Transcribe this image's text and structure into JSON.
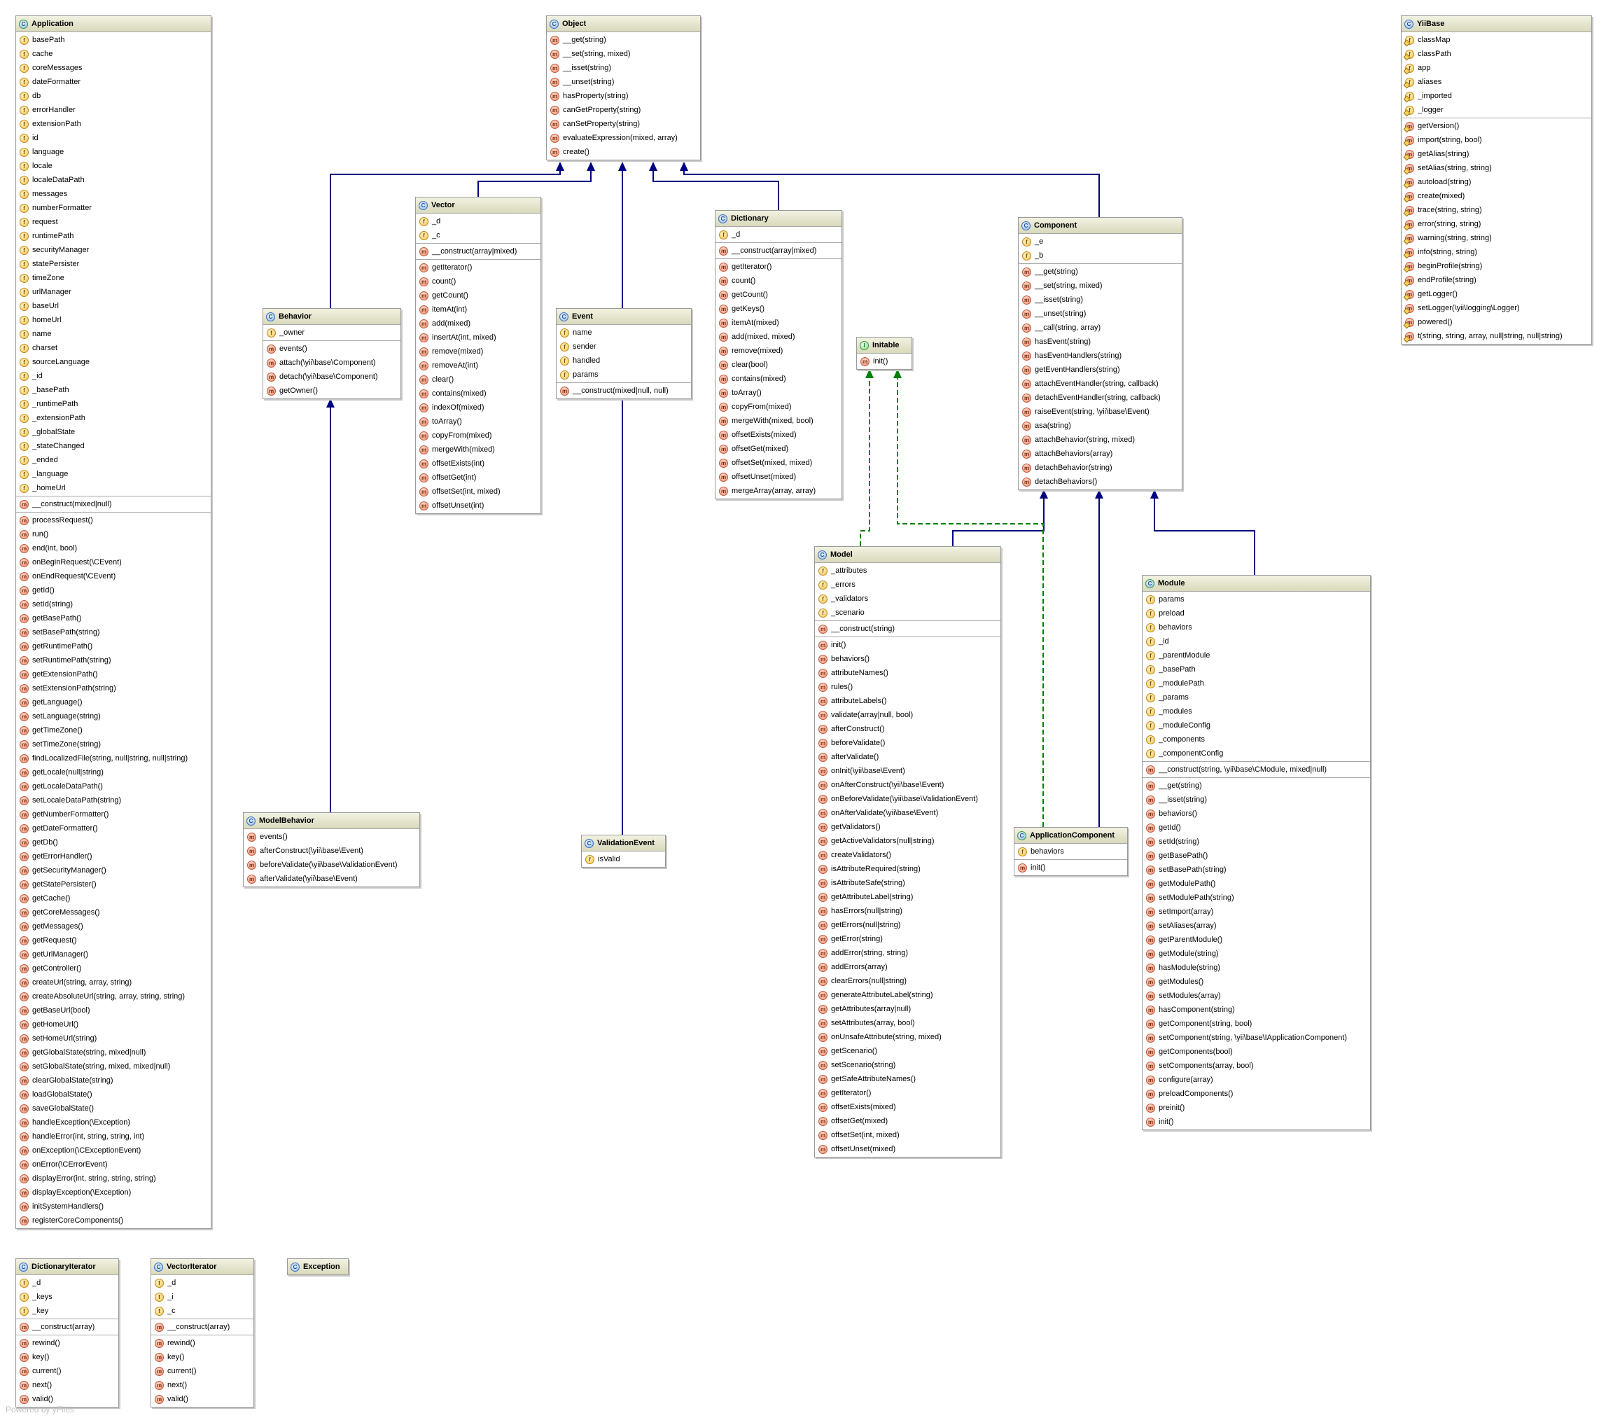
{
  "footer": "Powered by yFiles",
  "colors": {
    "extends": "#000080",
    "implements": "#008000",
    "header": "#e4e4cc"
  },
  "classes": [
    {
      "id": "application",
      "kind": "abstract",
      "name": "Application",
      "fields": [
        "basePath",
        "cache",
        "coreMessages",
        "dateFormatter",
        "db",
        "errorHandler",
        "extensionPath",
        "id",
        "language",
        "locale",
        "localeDataPath",
        "messages",
        "numberFormatter",
        "request",
        "runtimePath",
        "securityManager",
        "statePersister",
        "timeZone",
        "urlManager",
        "baseUrl",
        "homeUrl",
        "name",
        "charset",
        "sourceLanguage",
        "_id",
        "_basePath",
        "_runtimePath",
        "_extensionPath",
        "_globalState",
        "_stateChanged",
        "_ended",
        "_language",
        "_homeUrl"
      ],
      "ctor": [
        "__construct(mixed|null)"
      ],
      "methods": [
        "processRequest()",
        "run()",
        "end(int, bool)",
        "onBeginRequest(\\CEvent)",
        "onEndRequest(\\CEvent)",
        "getId()",
        "setId(string)",
        "getBasePath()",
        "setBasePath(string)",
        "getRuntimePath()",
        "setRuntimePath(string)",
        "getExtensionPath()",
        "setExtensionPath(string)",
        "getLanguage()",
        "setLanguage(string)",
        "getTimeZone()",
        "setTimeZone(string)",
        "findLocalizedFile(string, null|string, null|string)",
        "getLocale(null|string)",
        "getLocaleDataPath()",
        "setLocaleDataPath(string)",
        "getNumberFormatter()",
        "getDateFormatter()",
        "getDb()",
        "getErrorHandler()",
        "getSecurityManager()",
        "getStatePersister()",
        "getCache()",
        "getCoreMessages()",
        "getMessages()",
        "getRequest()",
        "getUrlManager()",
        "getController()",
        "createUrl(string, array, string)",
        "createAbsoluteUrl(string, array, string, string)",
        "getBaseUrl(bool)",
        "getHomeUrl()",
        "setHomeUrl(string)",
        "getGlobalState(string, mixed|null)",
        "setGlobalState(string, mixed, mixed|null)",
        "clearGlobalState(string)",
        "loadGlobalState()",
        "saveGlobalState()",
        "handleException(\\Exception)",
        "handleError(int, string, string, int)",
        "onException(\\CExceptionEvent)",
        "onError(\\CErrorEvent)",
        "displayError(int, string, string, string)",
        "displayException(\\Exception)",
        "initSystemHandlers()",
        "registerCoreComponents()"
      ]
    },
    {
      "id": "object",
      "kind": "class",
      "name": "Object",
      "fields": [],
      "ctor": [],
      "methods": [
        "__get(string)",
        "__set(string, mixed)",
        "__isset(string)",
        "__unset(string)",
        "hasProperty(string)",
        "canGetProperty(string)",
        "canSetProperty(string)",
        "evaluateExpression(mixed, array)",
        "create()"
      ]
    },
    {
      "id": "yiibase",
      "kind": "class",
      "static": true,
      "name": "YiiBase",
      "fields": [
        "classMap",
        "classPath",
        "app",
        "aliases",
        "_imported",
        "_logger"
      ],
      "ctor": [],
      "methods": [
        "getVersion()",
        "import(string, bool)",
        "getAlias(string)",
        "setAlias(string, string)",
        "autoload(string)",
        "create(mixed)",
        "trace(string, string)",
        "error(string, string)",
        "warning(string, string)",
        "info(string, string)",
        "beginProfile(string)",
        "endProfile(string)",
        "getLogger()",
        "setLogger(\\yii\\logging\\Logger)",
        "powered()",
        "t(string, string, array, null|string, null|string)"
      ]
    },
    {
      "id": "vector",
      "kind": "class",
      "name": "Vector",
      "fields": [
        "_d",
        "_c"
      ],
      "ctor": [
        "__construct(array|mixed)"
      ],
      "methods": [
        "getIterator()",
        "count()",
        "getCount()",
        "itemAt(int)",
        "add(mixed)",
        "insertAt(int, mixed)",
        "remove(mixed)",
        "removeAt(int)",
        "clear()",
        "contains(mixed)",
        "indexOf(mixed)",
        "toArray()",
        "copyFrom(mixed)",
        "mergeWith(mixed)",
        "offsetExists(int)",
        "offsetGet(int)",
        "offsetSet(int, mixed)",
        "offsetUnset(int)"
      ]
    },
    {
      "id": "dictionary",
      "kind": "class",
      "name": "Dictionary",
      "fields": [
        "_d"
      ],
      "ctor": [
        "__construct(array|mixed)"
      ],
      "methods": [
        "getIterator()",
        "count()",
        "getCount()",
        "getKeys()",
        "itemAt(mixed)",
        "add(mixed, mixed)",
        "remove(mixed)",
        "clear(bool)",
        "contains(mixed)",
        "toArray()",
        "copyFrom(mixed)",
        "mergeWith(mixed, bool)",
        "offsetExists(mixed)",
        "offsetGet(mixed)",
        "offsetSet(mixed, mixed)",
        "offsetUnset(mixed)",
        "mergeArray(array, array)"
      ]
    },
    {
      "id": "component",
      "kind": "class",
      "name": "Component",
      "fields": [
        "_e",
        "_b"
      ],
      "ctor": [],
      "methods": [
        "__get(string)",
        "__set(string, mixed)",
        "__isset(string)",
        "__unset(string)",
        "__call(string, array)",
        "hasEvent(string)",
        "hasEventHandlers(string)",
        "getEventHandlers(string)",
        "attachEventHandler(string, callback)",
        "detachEventHandler(string, callback)",
        "raiseEvent(string, \\yii\\base\\Event)",
        "asa(string)",
        "attachBehavior(string, mixed)",
        "attachBehaviors(array)",
        "detachBehavior(string)",
        "detachBehaviors()"
      ]
    },
    {
      "id": "behavior",
      "kind": "class",
      "name": "Behavior",
      "fields": [
        "_owner"
      ],
      "ctor": [],
      "methods": [
        "events()",
        "attach(\\yii\\base\\Component)",
        "detach(\\yii\\base\\Component)",
        "getOwner()"
      ]
    },
    {
      "id": "event",
      "kind": "class",
      "name": "Event",
      "fields": [
        "name",
        "sender",
        "handled",
        "params"
      ],
      "ctor": [
        "__construct(mixed|null, null)"
      ],
      "methods": []
    },
    {
      "id": "initable",
      "kind": "interface",
      "name": "Initable",
      "fields": [],
      "ctor": [],
      "methods": [
        "init()"
      ]
    },
    {
      "id": "model",
      "kind": "class",
      "name": "Model",
      "fields": [
        "_attributes",
        "_errors",
        "_validators",
        "_scenario"
      ],
      "ctor": [
        "__construct(string)"
      ],
      "methods": [
        "init()",
        "behaviors()",
        "attributeNames()",
        "rules()",
        "attributeLabels()",
        "validate(array|null, bool)",
        "afterConstruct()",
        "beforeValidate()",
        "afterValidate()",
        "onInit(\\yii\\base\\Event)",
        "onAfterConstruct(\\yii\\base\\Event)",
        "onBeforeValidate(\\yii\\base\\ValidationEvent)",
        "onAfterValidate(\\yii\\base\\Event)",
        "getValidators()",
        "getActiveValidators(null|string)",
        "createValidators()",
        "isAttributeRequired(string)",
        "isAttributeSafe(string)",
        "getAttributeLabel(string)",
        "hasErrors(null|string)",
        "getErrors(null|string)",
        "getError(string)",
        "addError(string, string)",
        "addErrors(array)",
        "clearErrors(null|string)",
        "generateAttributeLabel(string)",
        "getAttributes(array|null)",
        "setAttributes(array, bool)",
        "onUnsafeAttribute(string, mixed)",
        "getScenario()",
        "setScenario(string)",
        "getSafeAttributeNames()",
        "getIterator()",
        "offsetExists(mixed)",
        "offsetGet(mixed)",
        "offsetSet(int, mixed)",
        "offsetUnset(mixed)"
      ]
    },
    {
      "id": "module",
      "kind": "abstract",
      "name": "Module",
      "fields": [
        "params",
        "preload",
        "behaviors",
        "_id",
        "_parentModule",
        "_basePath",
        "_modulePath",
        "_params",
        "_modules",
        "_moduleConfig",
        "_components",
        "_componentConfig"
      ],
      "ctor": [
        "__construct(string, \\yii\\base\\CModule, mixed|null)"
      ],
      "methods": [
        "__get(string)",
        "__isset(string)",
        "behaviors()",
        "getId()",
        "setId(string)",
        "getBasePath()",
        "setBasePath(string)",
        "getModulePath()",
        "setModulePath(string)",
        "setImport(array)",
        "setAliases(array)",
        "getParentModule()",
        "getModule(string)",
        "hasModule(string)",
        "getModules()",
        "setModules(array)",
        "hasComponent(string)",
        "getComponent(string, bool)",
        "setComponent(string, \\yii\\base\\IApplicationComponent)",
        "getComponents(bool)",
        "setComponents(array, bool)",
        "configure(array)",
        "preloadComponents()",
        "preinit()",
        "init()"
      ]
    },
    {
      "id": "modelbehavior",
      "kind": "class",
      "name": "ModelBehavior",
      "fields": [],
      "ctor": [],
      "methods": [
        "events()",
        "afterConstruct(\\yii\\base\\Event)",
        "beforeValidate(\\yii\\base\\ValidationEvent)",
        "afterValidate(\\yii\\base\\Event)"
      ]
    },
    {
      "id": "validationevent",
      "kind": "class",
      "name": "ValidationEvent",
      "fields": [
        "isValid"
      ],
      "ctor": [],
      "methods": []
    },
    {
      "id": "applicationcomponent",
      "kind": "abstract",
      "name": "ApplicationComponent",
      "fields": [
        "behaviors"
      ],
      "ctor": [],
      "methods": [
        "init()"
      ]
    },
    {
      "id": "dictionaryiterator",
      "kind": "class",
      "name": "DictionaryIterator",
      "fields": [
        "_d",
        "_keys",
        "_key"
      ],
      "ctor": [
        "__construct(array)"
      ],
      "methods": [
        "rewind()",
        "key()",
        "current()",
        "next()",
        "valid()"
      ]
    },
    {
      "id": "vectoriterator",
      "kind": "class",
      "name": "VectorIterator",
      "fields": [
        "_d",
        "_i",
        "_c"
      ],
      "ctor": [
        "__construct(array)"
      ],
      "methods": [
        "rewind()",
        "key()",
        "current()",
        "next()",
        "valid()"
      ]
    },
    {
      "id": "exception",
      "kind": "class",
      "name": "Exception",
      "fields": [],
      "ctor": [],
      "methods": []
    }
  ],
  "relations": [
    {
      "from": "behavior",
      "to": "object",
      "type": "extends"
    },
    {
      "from": "vector",
      "to": "object",
      "type": "extends"
    },
    {
      "from": "event",
      "to": "object",
      "type": "extends"
    },
    {
      "from": "dictionary",
      "to": "object",
      "type": "extends"
    },
    {
      "from": "component",
      "to": "object",
      "type": "extends"
    },
    {
      "from": "modelbehavior",
      "to": "behavior",
      "type": "extends"
    },
    {
      "from": "validationevent",
      "to": "event",
      "type": "extends"
    },
    {
      "from": "model",
      "to": "component",
      "type": "extends"
    },
    {
      "from": "applicationcomponent",
      "to": "component",
      "type": "extends"
    },
    {
      "from": "module",
      "to": "component",
      "type": "extends"
    },
    {
      "from": "model",
      "to": "initable",
      "type": "implements"
    },
    {
      "from": "applicationcomponent",
      "to": "initable",
      "type": "implements"
    }
  ]
}
